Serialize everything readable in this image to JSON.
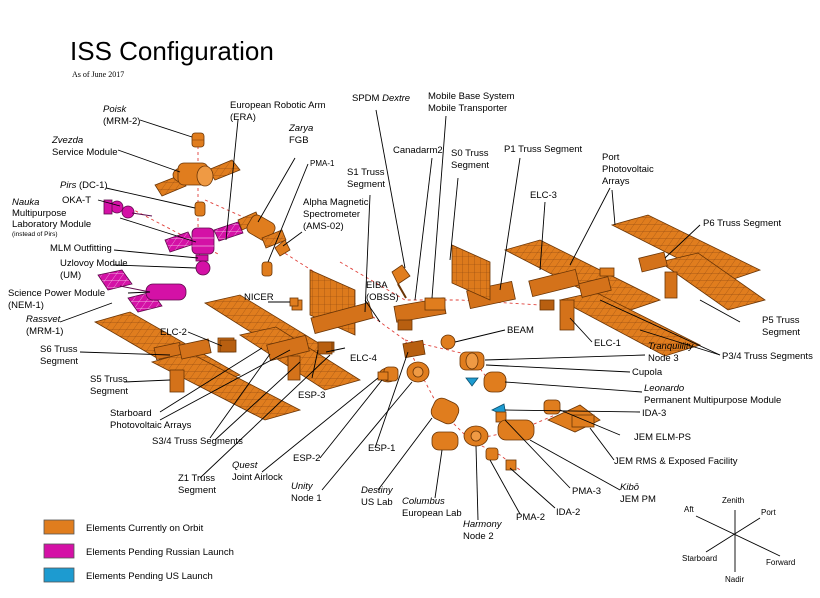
{
  "title": "ISS Configuration",
  "subtitle": "As of June 2017",
  "labels": {
    "poisk_name": "Poisk",
    "poisk_code": "(MRM-2)",
    "zvezda_name": "Zvezda",
    "zvezda_desc": "Service Module",
    "pirs_name": "Pirs",
    "pirs_code": " (DC-1)",
    "okat": "OKA-T",
    "nauka_name": "Nauka",
    "nauka_desc1": "Multipurpose",
    "nauka_desc2": "Laboratory Module",
    "nauka_note": "(instead of Pirs)",
    "mlm": "MLM Outfitting",
    "uzlovoy": "Uzlovoy Module",
    "uzlovoy_code": "(UM)",
    "spm": "Science Power Module",
    "spm_code": "(NEM-1)",
    "rassvet_name": "Rassvet",
    "rassvet_code": "(MRM-1)",
    "era1": "European Robotic Arm",
    "era2": "(ERA)",
    "zarya_name": "Zarya",
    "zarya_desc": "FGB",
    "pma1": "PMA-1",
    "ams1": "Alpha Magnetic",
    "ams2": "Spectrometer",
    "ams3": "(AMS-02)",
    "nicer": "NICER",
    "elc2": "ELC-2",
    "s6a": "S6 Truss",
    "s6b": "Segment",
    "s5a": "S5 Truss",
    "s5b": "Segment",
    "spa1": "Starboard",
    "spa2": "Photovoltaic Arrays",
    "s34": "S3/4 Truss Segments",
    "z1a": "Z1 Truss",
    "z1b": "Segment",
    "quest_name": "Quest",
    "quest_desc": "Joint Airlock",
    "unity_name": "Unity",
    "unity_desc": "Node 1",
    "esp2": "ESP-2",
    "esp1": "ESP-1",
    "esp3": "ESP-3",
    "elc4": "ELC-4",
    "destiny_name": "Destiny",
    "destiny_desc": "US Lab",
    "columbus1": "Columbus",
    "columbus2": "European Lab",
    "harmony_name": "Harmony",
    "harmony_desc": "Node 2",
    "pma2": "PMA-2",
    "ida2": "IDA-2",
    "pma3": "PMA-3",
    "kibo_name": "Kibō",
    "kibo_desc": "JEM PM",
    "jemrms": "JEM RMS & Exposed Facility",
    "jemelm": "JEM ELM-PS",
    "ida3": "IDA-3",
    "leonardo_name": "Leonardo",
    "leonardo_desc": "Permanent Multipurpose Module",
    "cupola": "Cupola",
    "tranq_name": "Tranquillity",
    "tranq_desc": "Node 3",
    "beam": "BEAM",
    "eiba1": "EIBA",
    "eiba2": "(OBSS)",
    "s1a": "S1 Truss",
    "s1b": "Segment",
    "spdm_name": "SPDM ",
    "spdm_italic": "Dextre",
    "canadarm": "Canadarm2",
    "mbs1": "Mobile Base System",
    "mbs2": "Mobile Transporter",
    "s0a": "S0 Truss",
    "s0b": "Segment",
    "p1": "P1 Truss Segment",
    "elc3": "ELC-3",
    "port1": "Port",
    "port2": "Photovoltaic",
    "port3": "Arrays",
    "p6": "P6 Truss Segment",
    "p5a": "P5 Truss",
    "p5b": "Segment",
    "p34": "P3/4 Truss Segments",
    "elc1": "ELC-1"
  },
  "legend": [
    {
      "label": "Elements Currently on Orbit",
      "color": "#e07d1e"
    },
    {
      "label": "Elements Pending Russian Launch",
      "color": "#d411a6"
    },
    {
      "label": "Elements Pending US Launch",
      "color": "#1d9bd0"
    }
  ],
  "axes": {
    "zenith": "Zenith",
    "aft": "Aft",
    "port": "Port",
    "starboard": "Starboard",
    "forward": "Forward",
    "nadir": "Nadir"
  },
  "colors": {
    "orbit": "#e07d1e",
    "russian_pending": "#d411a6",
    "us_pending": "#1d9bd0",
    "connector_dash": "#e0403a"
  }
}
